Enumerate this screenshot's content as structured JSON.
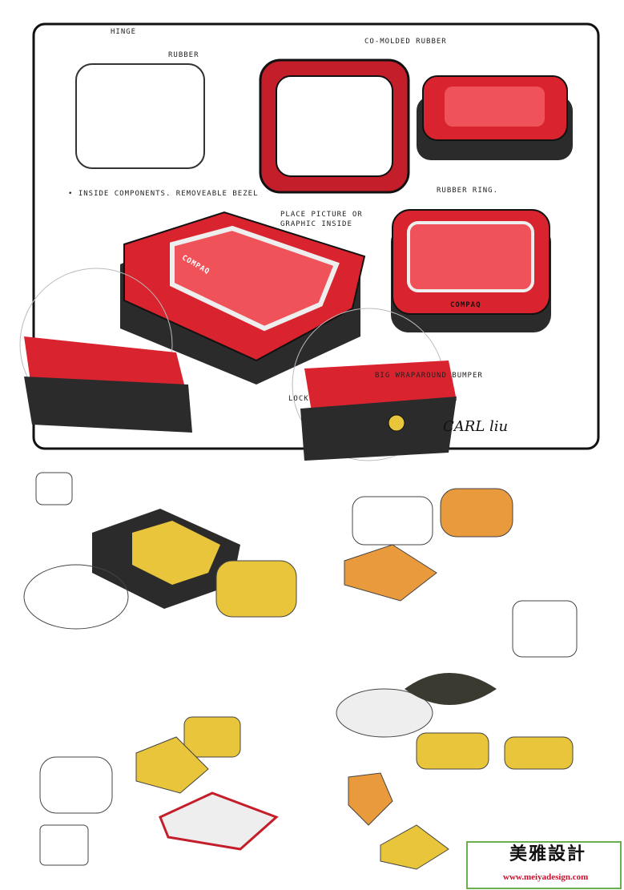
{
  "annotations": {
    "hinge": "HINGE",
    "rubber": "RUBBER",
    "co_molded": "CO-MOLDED RUBBER",
    "inside": "• INSIDE COMPONENTS. REMOVEABLE BEZEL",
    "place_picture": "PLACE PICTURE OR GRAPHIC INSIDE",
    "rubber_ring": "RUBBER RING.",
    "brand1": "COMPAQ",
    "brand2": "COMPAQ",
    "bumper": "BIG WRAPAROUND BUMPER",
    "lock": "LOCK"
  },
  "signature": "CARL liu",
  "logo": {
    "chinese": "美雅設計",
    "url": "www.meiyadesign.com"
  },
  "colors": {
    "red": "#d9232e",
    "dark": "#2b2b2b",
    "yellow": "#e8c53a",
    "orange": "#e99a3c"
  }
}
